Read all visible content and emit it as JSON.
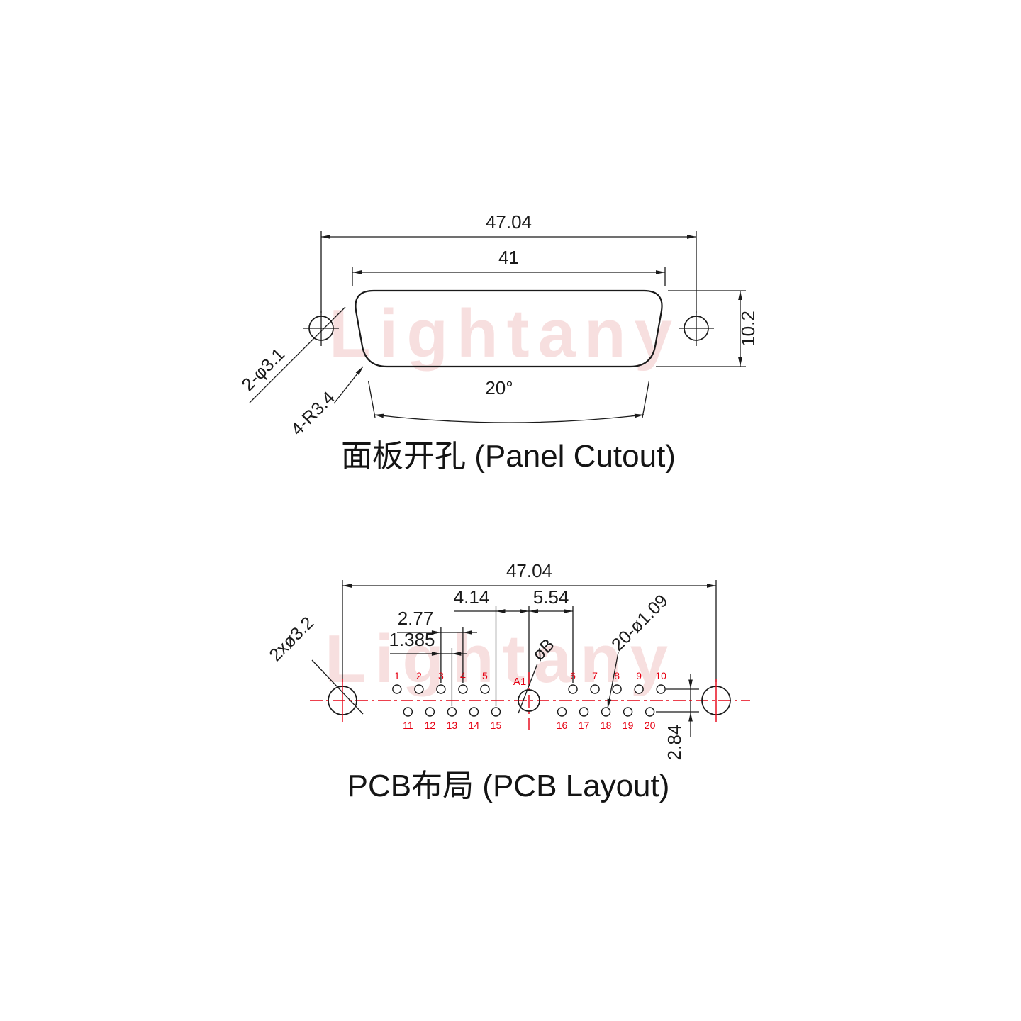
{
  "watermark": "Lightany",
  "colors": {
    "line": "#1a1a1a",
    "accent_red": "#e60012",
    "watermark_pink": "#f2c6c6"
  },
  "panel_cutout": {
    "title": "面板开孔 (Panel Cutout)",
    "dim_width_outer": "47.04",
    "dim_width_inner": "41",
    "dim_height": "10.2",
    "dim_angle": "20°",
    "label_holes": "2-φ3.1",
    "label_corners": "4-R3.4"
  },
  "pcb_layout": {
    "title": "PCB布局 (PCB Layout)",
    "dim_width_outer": "47.04",
    "dim_a1_offset_left": "4.14",
    "dim_a1_offset_right": "5.54",
    "dim_pin_pitch": "2.77",
    "dim_half_pitch": "1.385",
    "dim_row_spacing": "2.84",
    "label_mount_holes": "2xø3.2",
    "label_pin_holes": "20-ø1.09",
    "label_center_hole": "øB",
    "label_a1": "A1",
    "pins_top": [
      "1",
      "2",
      "3",
      "4",
      "5",
      "6",
      "7",
      "8",
      "9",
      "10"
    ],
    "pins_bottom": [
      "11",
      "12",
      "13",
      "14",
      "15",
      "16",
      "17",
      "18",
      "19",
      "20"
    ]
  }
}
